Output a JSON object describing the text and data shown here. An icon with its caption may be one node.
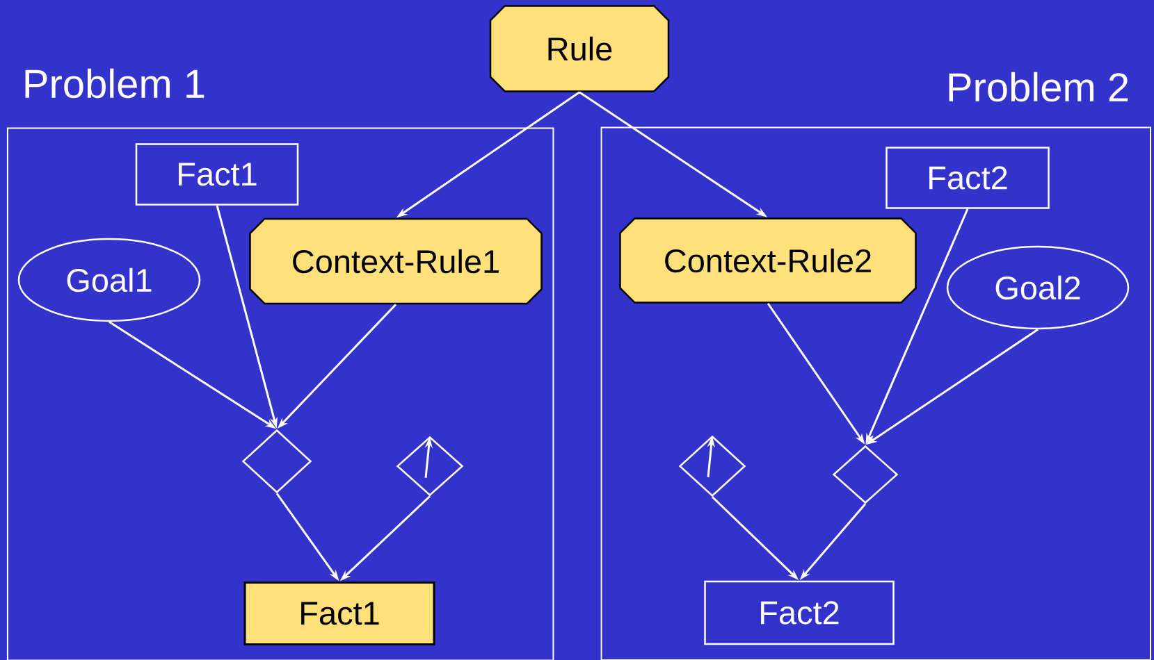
{
  "diagram": {
    "nodes": [
      {
        "text": [
          "Problem 1"
        ]
      },
      {
        "text": [
          "Problem 2"
        ]
      },
      {
        "text": [
          "Rule"
        ]
      },
      {
        "text": [
          "Fact1"
        ],
        "in": 0
      },
      {
        "text": [
          "Goal1"
        ],
        "in": 0
      },
      {
        "text": [
          "Context-Rule1"
        ],
        "in": 0
      },
      {
        "text": [],
        "shape": "diamond",
        "in": 0
      },
      {
        "text": [],
        "shape": "diamond",
        "in": 0
      },
      {
        "text": [
          "Fact1"
        ],
        "in": 0
      },
      {
        "text": [
          "Context-Rule2"
        ],
        "in": 1
      },
      {
        "text": [
          "Fact2"
        ],
        "in": 1
      },
      {
        "text": [
          "Goal2"
        ],
        "in": 1
      },
      {
        "text": [],
        "shape": "diamond",
        "in": 1
      },
      {
        "text": [],
        "shape": "diamond",
        "in": 1
      },
      {
        "text": [
          "Fact2"
        ],
        "in": 1
      }
    ],
    "edges": [
      {
        "from": 2,
        "to": 5,
        "arrow": "to"
      },
      {
        "from": 2,
        "to": 9,
        "arrow": "to"
      },
      {
        "from": 4,
        "to": 6,
        "arrow": "to"
      },
      {
        "from": 3,
        "to": 6,
        "arrow": "to"
      },
      {
        "from": 5,
        "to": 6,
        "arrow": "to"
      },
      {
        "from": 6,
        "to": 8,
        "arrow": "to"
      },
      {
        "from": 7,
        "to": 8,
        "arrow": "to"
      },
      {
        "from": 9,
        "to": 13,
        "arrow": "to"
      },
      {
        "from": 10,
        "to": 13,
        "arrow": "to"
      },
      {
        "from": 11,
        "to": 13,
        "arrow": "to"
      },
      {
        "from": 12,
        "to": 14,
        "arrow": "to"
      },
      {
        "from": 13,
        "to": 14,
        "arrow": "to"
      }
    ]
  }
}
